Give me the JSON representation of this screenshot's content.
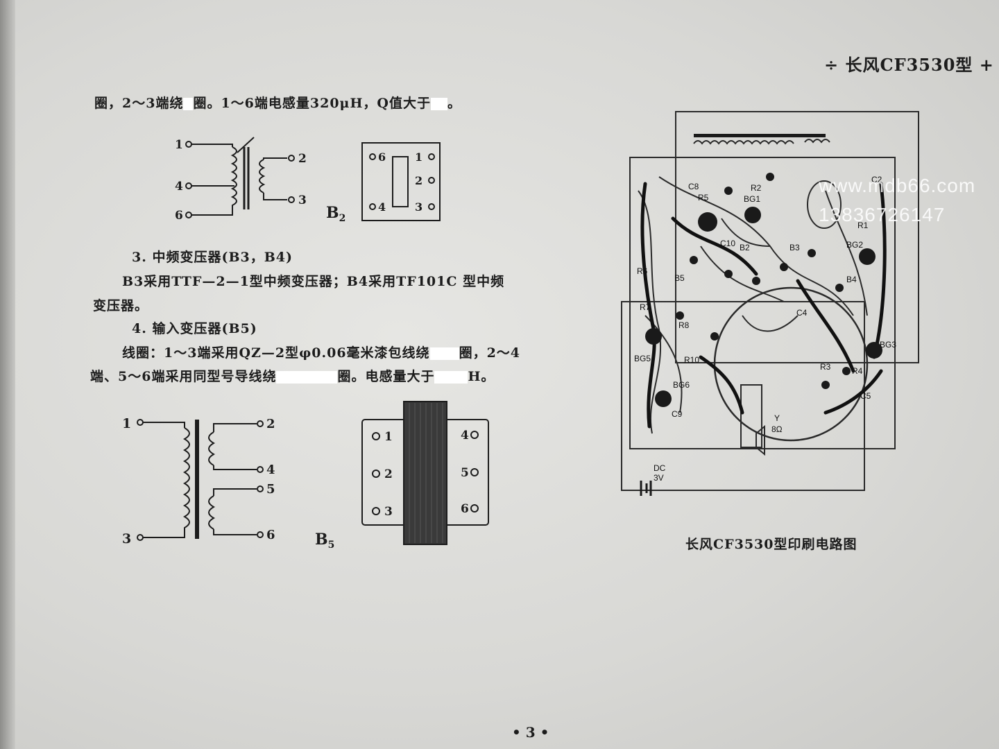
{
  "header": {
    "title": "÷ 长风CF3530型 +"
  },
  "body_text": {
    "line1_a": "圈，2～3端绕",
    "line1_b": "圈。1～6端电感量320μH，Q值大于",
    "line1_c": "。",
    "section3_title": "3. 中频变压器(B3，B4)",
    "section3_p1": "B3采用TTF—2—1型中频变压器；B4采用TF101C 型中频",
    "section3_p2": "变压器。",
    "section4_title": "4. 输入变压器(B5)",
    "section4_p1_a": "线圈：1～3端采用QZ—2型φ0.06毫米漆包线绕",
    "section4_p1_b": "圈，2～4",
    "section4_p2_a": "端、5～6端采用同型号导线绕",
    "section4_p2_b": "圈。电感量大于",
    "section4_p2_c": "H。"
  },
  "b2_diagram": {
    "pins": {
      "p1": "1",
      "p4": "4",
      "p6": "6",
      "p2": "2",
      "p3": "3"
    },
    "pinout": {
      "p6": "6",
      "p1": "1",
      "p2": "2",
      "p3": "3",
      "p4": "4"
    },
    "label": "B",
    "label_sub": "2"
  },
  "b5_diagram": {
    "pins": {
      "p1": "1",
      "p2": "2",
      "p4": "4",
      "p5": "5",
      "p6": "6",
      "p3": "3"
    },
    "label": "B",
    "label_sub": "5"
  },
  "pcb": {
    "caption": "长风CF3530型印刷电路图",
    "labels": {
      "c8": "C8",
      "r5": "R5",
      "r2": "R2",
      "bg1": "BG1",
      "c2": "C2",
      "r1": "R1",
      "c10": "C10",
      "b2": "B2",
      "b3": "B3",
      "bg2": "BG2",
      "r6": "R6",
      "b5": "B5",
      "r7": "R7",
      "r8": "R8",
      "c4": "C4",
      "b4": "B4",
      "bg5": "BG5",
      "r10": "R10",
      "r3": "R3",
      "r4": "R4",
      "bg3": "BG3",
      "c5": "C5",
      "bg6": "BG6",
      "c9": "C9",
      "speaker": "Y",
      "speaker_ohm": "8Ω",
      "dc": "DC",
      "volt": "3V"
    }
  },
  "watermark": {
    "site": "www.mdb66.com",
    "phone": "13836726147"
  },
  "page_number": "• 3 •"
}
